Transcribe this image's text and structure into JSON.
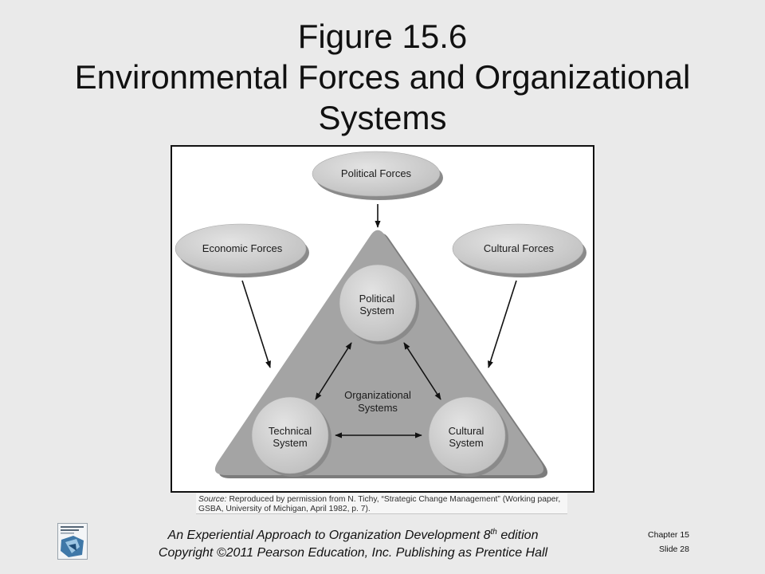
{
  "title": {
    "figure_number": "Figure 15.6",
    "caption": "Environmental Forces and Organizational Systems"
  },
  "diagram": {
    "forces": [
      {
        "label": "Political Forces"
      },
      {
        "label": "Economic Forces"
      },
      {
        "label": "Cultural Forces"
      }
    ],
    "center_label": [
      "Organizational",
      "Systems"
    ],
    "systems": [
      {
        "lines": [
          "Political",
          "System"
        ]
      },
      {
        "lines": [
          "Technical",
          "System"
        ]
      },
      {
        "lines": [
          "Cultural",
          "System"
        ]
      }
    ]
  },
  "source": {
    "label": "Source:",
    "line1": "Reproduced by permission from N. Tichy, “Strategic Change Management” (Working paper,",
    "line2": "GSBA, University of Michigan, April 1982, p. 7)."
  },
  "footer": {
    "book_title": "An Experiential Approach to Organization Development 8",
    "ordinal_suffix": "th",
    "edition_word": "edition",
    "copyright": "Copyright ©2011 Pearson Education, Inc. Publishing as Prentice Hall",
    "chapter": "Chapter 15",
    "slide": "Slide 28"
  },
  "icons": {
    "thumbnail": "book-cover-icon"
  },
  "colors": {
    "background": "#eaeaea",
    "box_border": "#111111",
    "node_light": "#e3e3e3",
    "node_dark": "#c0c0c0",
    "node_shadow": "#8a8a8a",
    "triangle": "#a4a4a4",
    "triangle_shadow": "#7c7c7c",
    "ink": "#111111"
  }
}
